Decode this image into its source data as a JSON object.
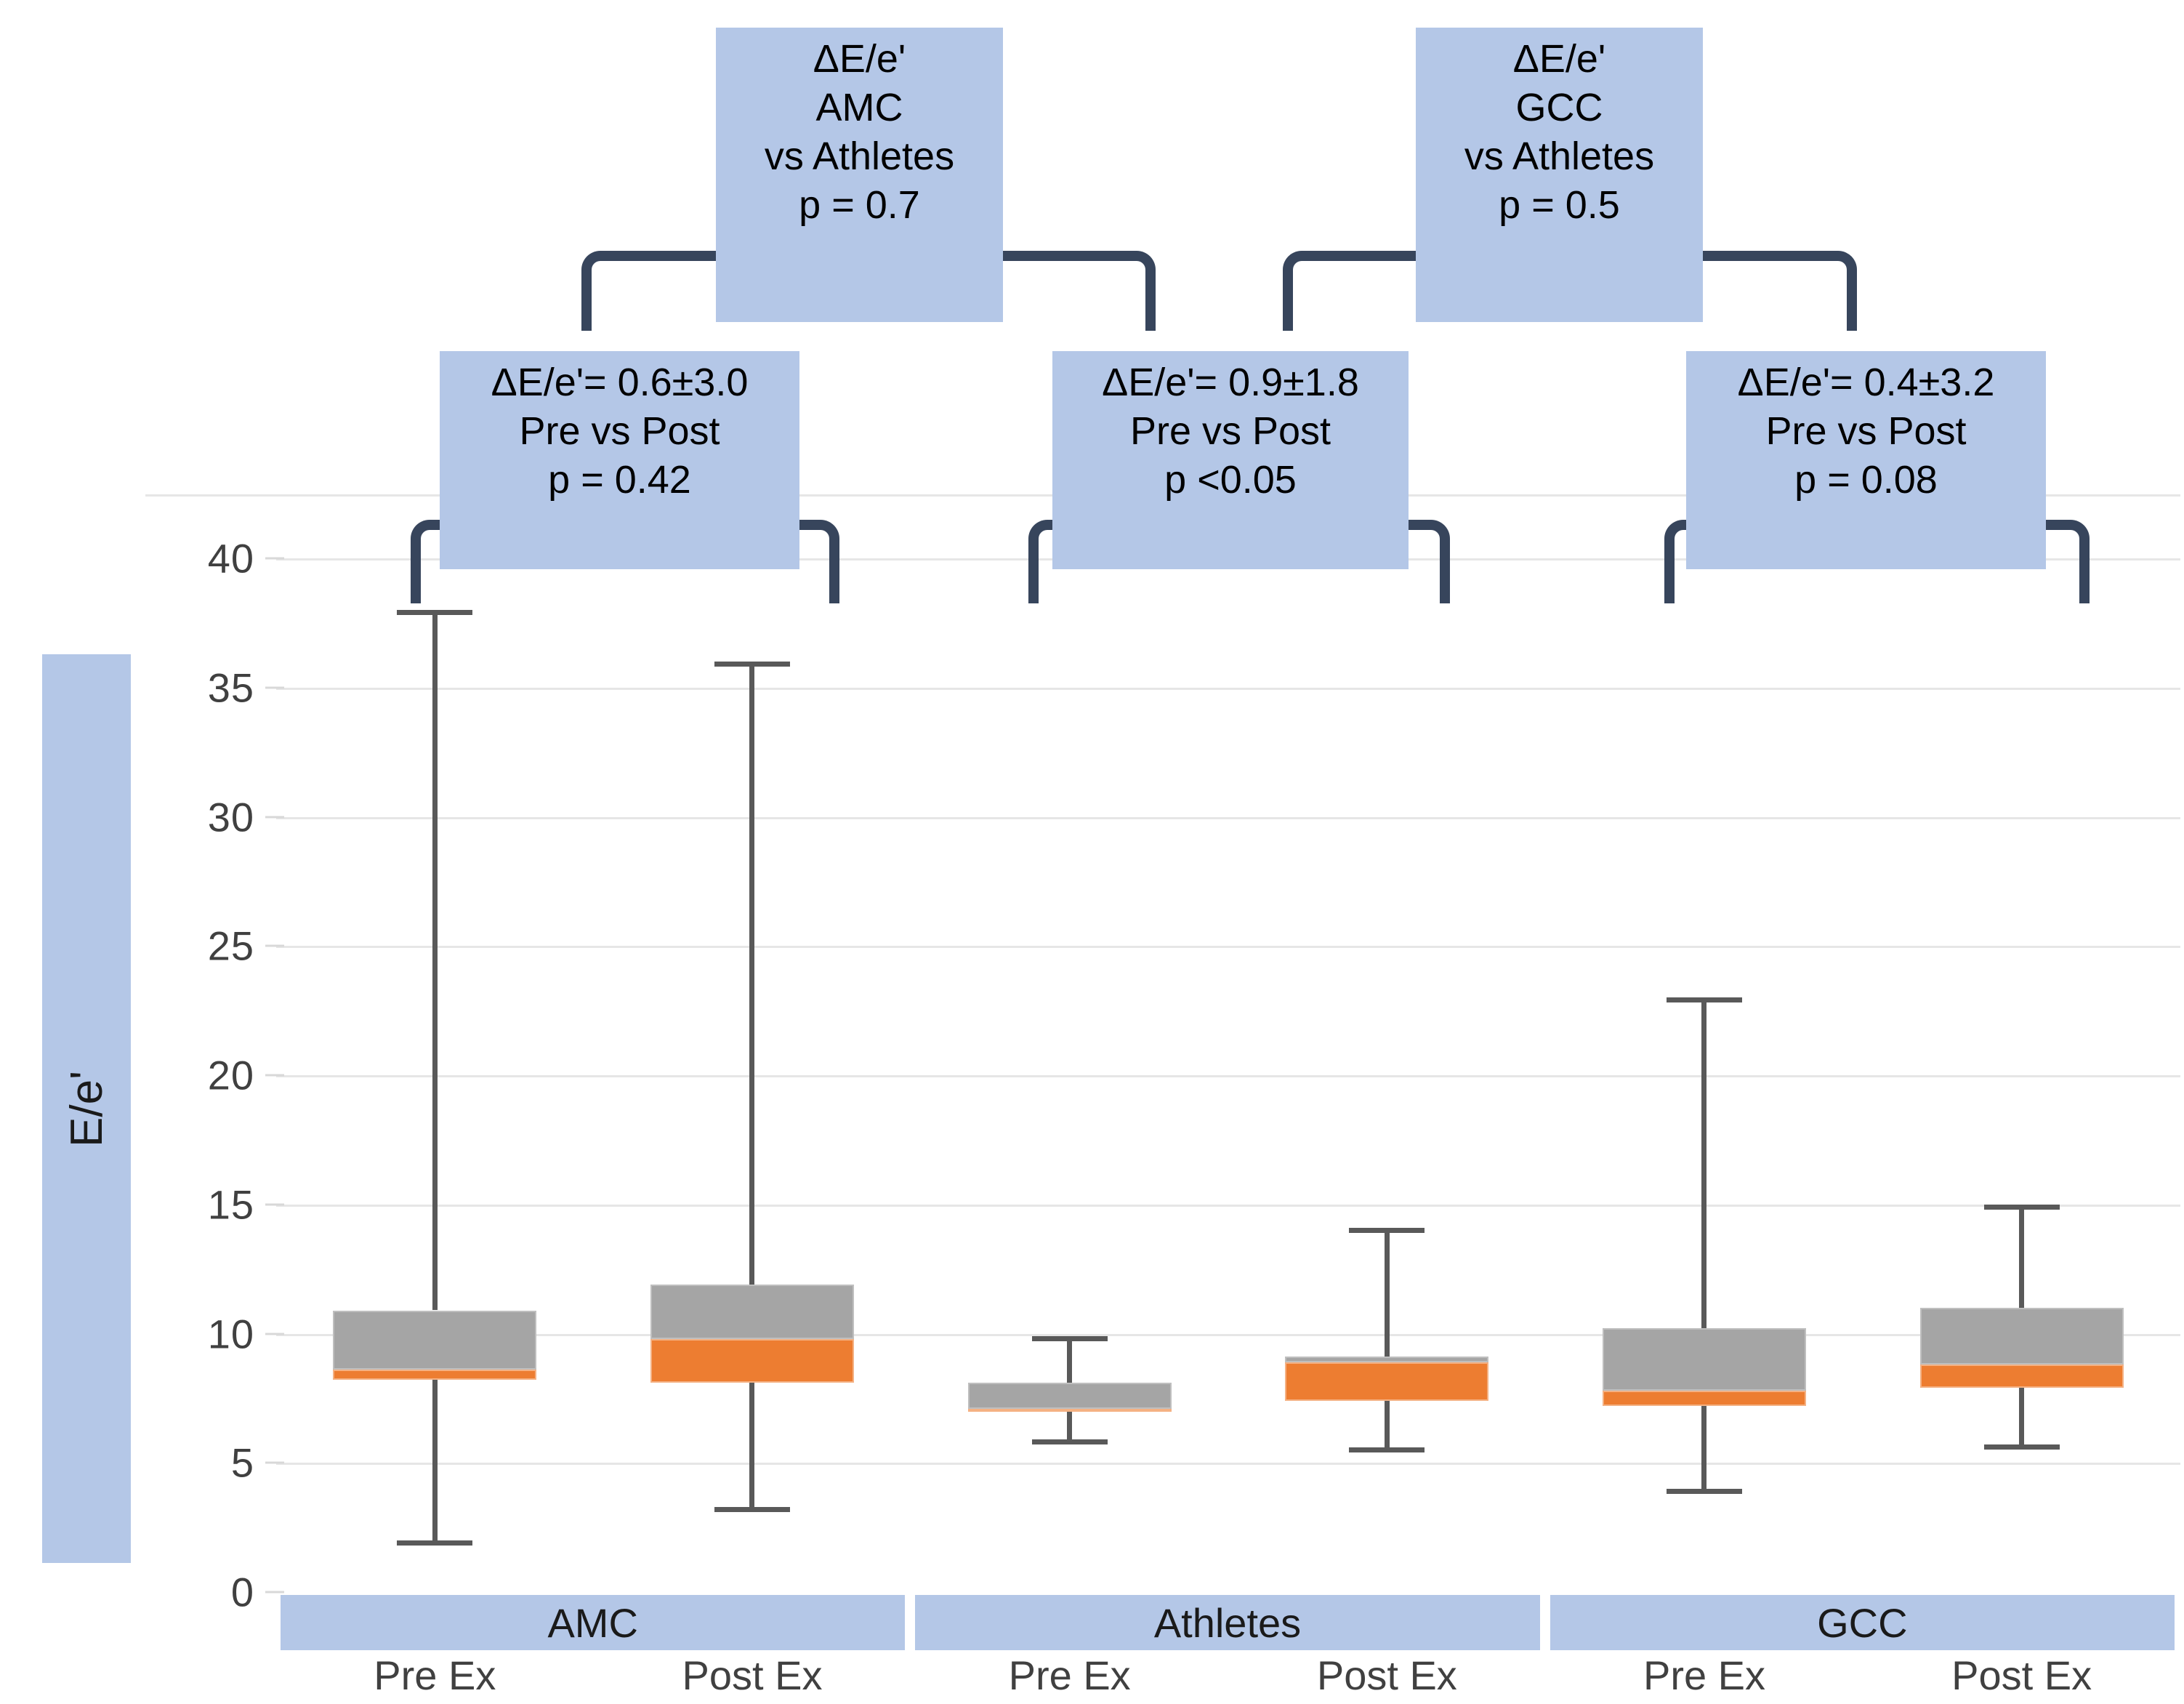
{
  "chart_data": {
    "type": "box",
    "title": "",
    "xlabel": "",
    "ylabel": "E/e'",
    "ylim": [
      0,
      40
    ],
    "yticks": [
      "0",
      "5",
      "10",
      "15",
      "20",
      "25",
      "30",
      "35",
      "40"
    ],
    "grid": true,
    "legend_position": "none",
    "groups": [
      "AMC",
      "Athletes",
      "GCC"
    ],
    "conditions": [
      "Pre Ex",
      "Post Ex"
    ],
    "categories": [
      "AMC Pre Ex",
      "AMC Post Ex",
      "Athletes Pre Ex",
      "Athletes Post Ex",
      "GCC Pre Ex",
      "GCC Post Ex"
    ],
    "boxes": [
      {
        "label": "AMC Pre Ex",
        "group": "AMC",
        "condition": "Pre Ex",
        "min": 2.0,
        "q1": 8.2,
        "median": 8.6,
        "q3": 10.9,
        "max": 38.0
      },
      {
        "label": "AMC Post Ex",
        "group": "AMC",
        "condition": "Post Ex",
        "min": 3.3,
        "q1": 8.1,
        "median": 9.8,
        "q3": 11.9,
        "max": 36.0
      },
      {
        "label": "Athletes Pre Ex",
        "group": "Athletes",
        "condition": "Pre Ex",
        "min": 5.9,
        "q1": 7.0,
        "median": 7.1,
        "q3": 8.1,
        "max": 9.9
      },
      {
        "label": "Athletes Post Ex",
        "group": "Athletes",
        "condition": "Post Ex",
        "min": 5.6,
        "q1": 7.4,
        "median": 8.9,
        "q3": 9.1,
        "max": 14.1
      },
      {
        "label": "GCC Pre Ex",
        "group": "GCC",
        "condition": "Pre Ex",
        "min": 4.0,
        "q1": 7.2,
        "median": 7.8,
        "q3": 10.2,
        "max": 23.0
      },
      {
        "label": "GCC Post Ex",
        "group": "GCC",
        "condition": "Post Ex",
        "min": 5.7,
        "q1": 7.9,
        "median": 8.8,
        "q3": 11.0,
        "max": 15.0
      }
    ],
    "colors": {
      "median_to_q3_fill": "#a5a5a5",
      "q1_to_median_fill": "#ed7d31",
      "whisker": "#595959",
      "annotation_fill": "#b4c7e7",
      "bracket": "#37455c",
      "gridline": "#e6e6e6"
    },
    "annotations": [
      {
        "id": "amc-vs-athletes",
        "lines": [
          "ΔE/e'",
          "AMC",
          "vs Athletes",
          "p = 0.7"
        ],
        "p_value": "p = 0.7",
        "comparison": "AMC vs Athletes"
      },
      {
        "id": "gcc-vs-athletes",
        "lines": [
          "ΔE/e'",
          "GCC",
          "vs Athletes",
          "p = 0.5"
        ],
        "p_value": "p = 0.5",
        "comparison": "GCC vs Athletes"
      },
      {
        "id": "amc-pre-vs-post",
        "lines": [
          "ΔE/e'= 0.6±3.0",
          "Pre vs Post",
          "p = 0.42"
        ],
        "delta": "ΔE/e'= 0.6±3.0",
        "p_value": "p = 0.42",
        "comparison": "AMC Pre vs Post"
      },
      {
        "id": "athletes-pre-vs-post",
        "lines": [
          "ΔE/e'= 0.9±1.8",
          "Pre vs Post",
          "p <0.05"
        ],
        "delta": "ΔE/e'= 0.9±1.8",
        "p_value": "p <0.05",
        "comparison": "Athletes Pre vs Post"
      },
      {
        "id": "gcc-pre-vs-post",
        "lines": [
          "ΔE/e'= 0.4±3.2",
          "Pre vs Post",
          "p = 0.08"
        ],
        "delta": "ΔE/e'= 0.4±3.2",
        "p_value": "p = 0.08",
        "comparison": "GCC Pre vs Post"
      }
    ]
  },
  "axis": {
    "y_title": "E/e'",
    "ticks": [
      "40",
      "35",
      "30",
      "25",
      "20",
      "15",
      "10",
      "5",
      "0"
    ]
  },
  "group_bands": [
    {
      "label": "AMC"
    },
    {
      "label": "Athletes"
    },
    {
      "label": "GCC"
    }
  ],
  "xtick_labels": [
    {
      "label": "Pre Ex"
    },
    {
      "label": "Post Ex"
    },
    {
      "label": "Pre Ex"
    },
    {
      "label": "Post Ex"
    },
    {
      "label": "Pre Ex"
    },
    {
      "label": "Post Ex"
    }
  ],
  "annotations": {
    "top_left": {
      "l1": "ΔE/e'",
      "l2": "AMC",
      "l3": "vs Athletes",
      "l4": "p = 0.7"
    },
    "top_right": {
      "l1": "ΔE/e'",
      "l2": "GCC",
      "l3": "vs Athletes",
      "l4": "p = 0.5"
    },
    "mid_amc": {
      "l1": "ΔE/e'= 0.6±3.0",
      "l2": "Pre vs Post",
      "l3": "p = 0.42"
    },
    "mid_athletes": {
      "l1": "ΔE/e'= 0.9±1.8",
      "l2": "Pre vs Post",
      "l3": "p <0.05"
    },
    "mid_gcc": {
      "l1": "ΔE/e'= 0.4±3.2",
      "l2": "Pre vs Post",
      "l3": "p = 0.08"
    }
  }
}
